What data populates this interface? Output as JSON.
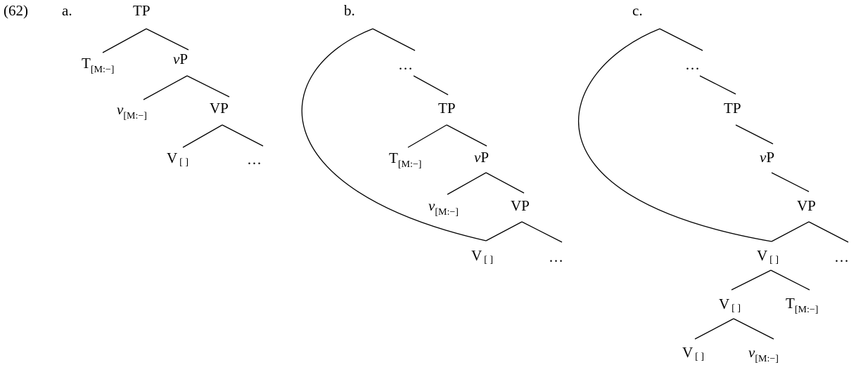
{
  "example_number": "(62)",
  "trees": [
    {
      "letter": "a.",
      "nodes": [
        {
          "label": "TP"
        },
        {
          "label": "T",
          "sub": "[M:−]"
        },
        {
          "label": "v",
          "suffix": "P",
          "italic": true
        },
        {
          "label": "v",
          "sub": "[M:−]",
          "italic": true
        },
        {
          "label": "VP"
        },
        {
          "label": "V",
          "sub": "[ ]"
        },
        {
          "label": "…"
        }
      ]
    },
    {
      "letter": "b.",
      "nodes": [
        {
          "label": "…"
        },
        {
          "label": "TP"
        },
        {
          "label": "T",
          "sub": "[M:−]"
        },
        {
          "label": "v",
          "suffix": "P",
          "italic": true
        },
        {
          "label": "v",
          "sub": "[M:−]",
          "italic": true
        },
        {
          "label": "VP"
        },
        {
          "label": "V",
          "sub": "[ ]"
        },
        {
          "label": "…"
        }
      ]
    },
    {
      "letter": "c.",
      "nodes": [
        {
          "label": "…"
        },
        {
          "label": "TP"
        },
        {
          "label": "v",
          "suffix": "P",
          "italic": true
        },
        {
          "label": "VP"
        },
        {
          "label": "V",
          "sub": "[ ]"
        },
        {
          "label": "…"
        },
        {
          "label": "V",
          "sub": "[ ]"
        },
        {
          "label": "T",
          "sub": "[M:−]"
        },
        {
          "label": "V",
          "sub": "[ ]"
        },
        {
          "label": "v",
          "sub": "[M:−]",
          "italic": true
        }
      ]
    }
  ]
}
